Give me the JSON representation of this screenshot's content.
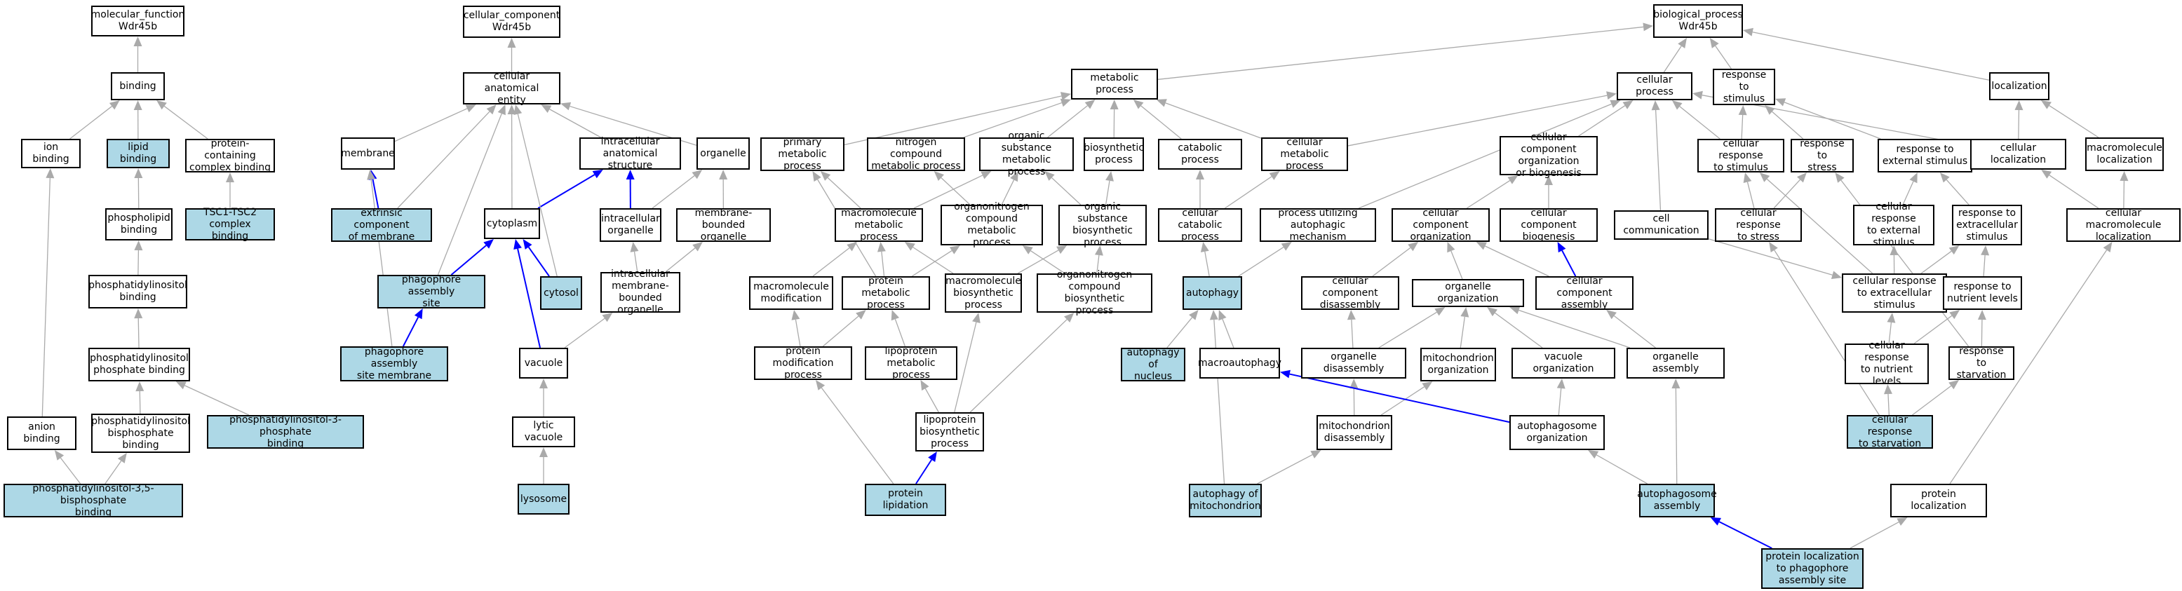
{
  "colors": {
    "highlight": "#add8e6",
    "edge_default": "#aaaaaa",
    "edge_highlight": "#0000ff",
    "border": "#000000"
  },
  "nodes": {
    "mf": "molecular_function\nWdr45b",
    "binding": "binding",
    "ion_binding": "ion binding",
    "lipid_binding": "lipid binding",
    "protein_complex_binding": "protein-containing\ncomplex binding",
    "phospholipid_binding": "phospholipid\nbinding",
    "tsc_binding": "TSC1-TSC2 complex\nbinding",
    "ptdins_binding": "phosphatidylinositol\nbinding",
    "ptdins_p_binding": "phosphatidylinositol\nphosphate binding",
    "anion_binding": "anion binding",
    "ptdins_bisp_binding": "phosphatidylinositol\nbisphosphate\nbinding",
    "ptdins3p_binding": "phosphatidylinositol-3-phosphate\nbinding",
    "ptdins35_binding": "phosphatidylinositol-3,5-bisphosphate\nbinding",
    "cc": "cellular_component\nWdr45b",
    "cae": "cellular anatomical\nentity",
    "membrane": "membrane",
    "intracellular_as": "intracellular\nanatomical structure",
    "organelle": "organelle",
    "extrinsic_membrane": "extrinsic component\nof membrane",
    "cytoplasm": "cytoplasm",
    "intracellular_organelle": "intracellular\norganelle",
    "mb_organelle": "membrane-bounded\norganelle",
    "pas": "phagophore assembly\nsite",
    "cytosol": "cytosol",
    "imb_organelle": "intracellular\nmembrane-bounded\norganelle",
    "pas_membrane": "phagophore assembly\nsite membrane",
    "vacuole": "vacuole",
    "lytic_vacuole": "lytic vacuole",
    "lysosome": "lysosome",
    "bp": "biological_process\nWdr45b",
    "metabolic": "metabolic process",
    "cellular_process": "cellular process",
    "response_stimulus": "response to\nstimulus",
    "localization": "localization",
    "primary_metabolic": "primary metabolic\nprocess",
    "nitrogen_metabolic": "nitrogen compound\nmetabolic process",
    "organic_metabolic": "organic substance\nmetabolic process",
    "biosynthetic": "biosynthetic\nprocess",
    "catabolic": "catabolic process",
    "cellular_metabolic": "cellular metabolic\nprocess",
    "cc_org_biogenesis": "cellular component\norganization\nor biogenesis",
    "cellular_response_stimulus": "cellular response\nto stimulus",
    "response_stress": "response to\nstress",
    "response_external": "response to\nexternal stimulus",
    "cellular_localization": "cellular localization",
    "macromolecule_localization": "macromolecule\nlocalization",
    "macromolecule_metabolic": "macromolecule\nmetabolic process",
    "organonitrogen_metabolic": "organonitrogen\ncompound metabolic\nprocess",
    "organic_biosynthetic": "organic substance\nbiosynthetic\nprocess",
    "cellular_catabolic": "cellular catabolic\nprocess",
    "autophagic_mechanism": "process utilizing\nautophagic mechanism",
    "cc_organization": "cellular component\norganization",
    "cc_biogenesis": "cellular component\nbiogenesis",
    "cell_communication": "cell communication",
    "cellular_response_stress": "cellular response\nto stress",
    "cellular_response_external": "cellular response\nto external\nstimulus",
    "response_extracellular": "response to\nextracellular\nstimulus",
    "cellular_macromolecule_localization": "cellular macromolecule\nlocalization",
    "macromolecule_modification": "macromolecule\nmodification",
    "protein_metabolic": "protein metabolic\nprocess",
    "macromolecule_biosynthetic": "macromolecule\nbiosynthetic\nprocess",
    "organonitrogen_biosynthetic": "organonitrogen\ncompound biosynthetic\nprocess",
    "autophagy": "autophagy",
    "cc_disassembly": "cellular component\ndisassembly",
    "organelle_organization": "organelle organization",
    "cc_assembly": "cellular component\nassembly",
    "cellular_response_extracellular": "cellular response\nto extracellular\nstimulus",
    "response_nutrient": "response to\nnutrient levels",
    "protein_modification": "protein modification\nprocess",
    "lipoprotein_metabolic": "lipoprotein\nmetabolic process",
    "autophagy_nucleus": "autophagy of\nnucleus",
    "macroautophagy": "macroautophagy",
    "organelle_disassembly": "organelle disassembly",
    "mito_organization": "mitochondrion\norganization",
    "vacuole_organization": "vacuole organization",
    "organelle_assembly": "organelle assembly",
    "cellular_response_nutrient": "cellular response\nto nutrient\nlevels",
    "response_starvation": "response to\nstarvation",
    "lipoprotein_biosynthetic": "lipoprotein\nbiosynthetic\nprocess",
    "mito_disassembly": "mitochondrion\ndisassembly",
    "autophagosome_organization": "autophagosome\norganization",
    "cellular_response_starvation": "cellular response\nto starvation",
    "protein_lipidation": "protein lipidation",
    "autophagy_mito": "autophagy of\nmitochondrion",
    "autophagosome_assembly": "autophagosome\nassembly",
    "protein_localization": "protein localization",
    "protein_localization_pas": "protein localization\nto phagophore\nassembly site"
  }
}
